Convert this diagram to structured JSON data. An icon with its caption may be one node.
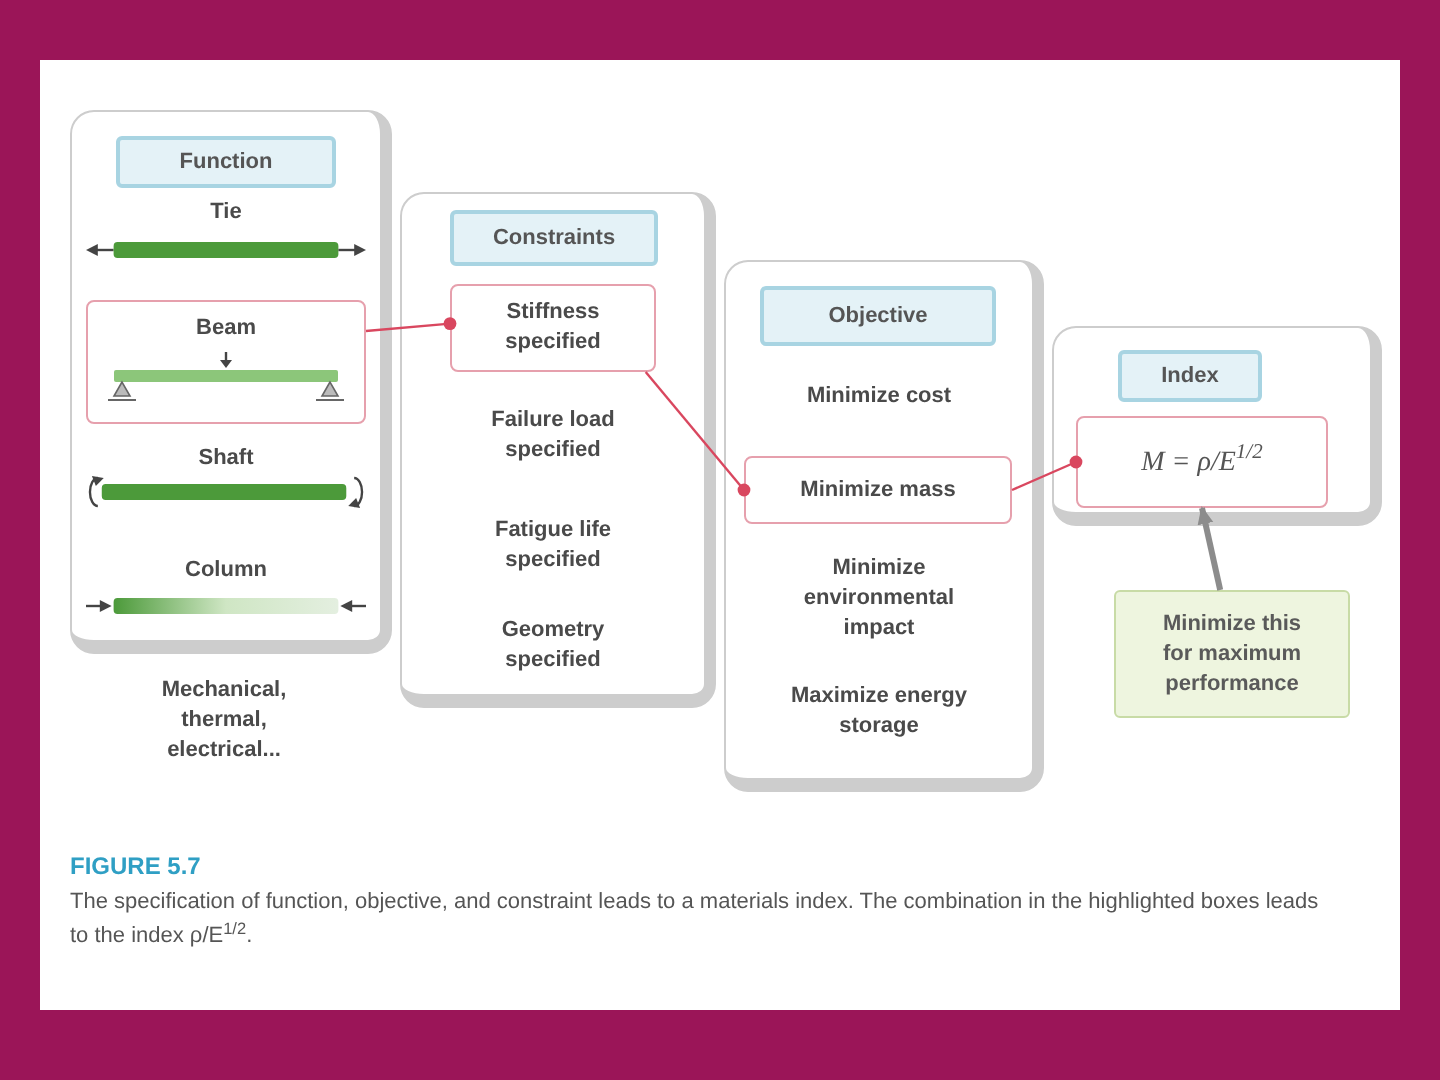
{
  "diagram": {
    "caption": "The specification of function, objective, and constraint leads to a materials index. The combination in the highlighted boxes leads to the index ρ/E$^{1/2}$.",
    "nodes": [
      {
        "text": [
          "Tie",
          "Shaft",
          "Column"
        ],
        "beside": [
          "Mechanical, thermal, electrical..."
        ]
      },
      {
        "text": [
          "Function"
        ],
        "in": 0
      },
      {
        "text": [
          "Beam"
        ],
        "in": 0
      },
      {
        "text": [
          "Failure load specified",
          "Fatigue life specified",
          "Geometry specified"
        ]
      },
      {
        "text": [
          "Constraints"
        ],
        "in": 3
      },
      {
        "text": [
          "Stiffness specified"
        ],
        "in": 3
      },
      {
        "text": [
          "Minimize cost",
          "Minimize environmental impact",
          "Maximize energy storage"
        ]
      },
      {
        "text": [
          "Objective"
        ],
        "in": 6
      },
      {
        "text": [
          "Minimize mass"
        ],
        "in": 6
      },
      {
        "text": [],
        "shape": "box"
      },
      {
        "text": [
          "Index"
        ],
        "in": 9
      },
      {
        "text": [
          "M = ρ/E$^{1/2}$"
        ],
        "in": 9
      },
      {
        "text": [
          "Minimize this for maximum performance"
        ]
      }
    ],
    "edges": [
      {
        "from": 2,
        "to": 5,
        "arrow": "other"
      },
      {
        "from": 5,
        "to": 8,
        "arrow": "other"
      },
      {
        "from": 8,
        "to": 11,
        "arrow": "other"
      },
      {
        "from": 12,
        "to": 11,
        "arrow": "to",
        "style": "thick",
        "color": "#8c8c8c"
      }
    ],
    "labels": [
      "FIGURE 5.7"
    ]
  }
}
